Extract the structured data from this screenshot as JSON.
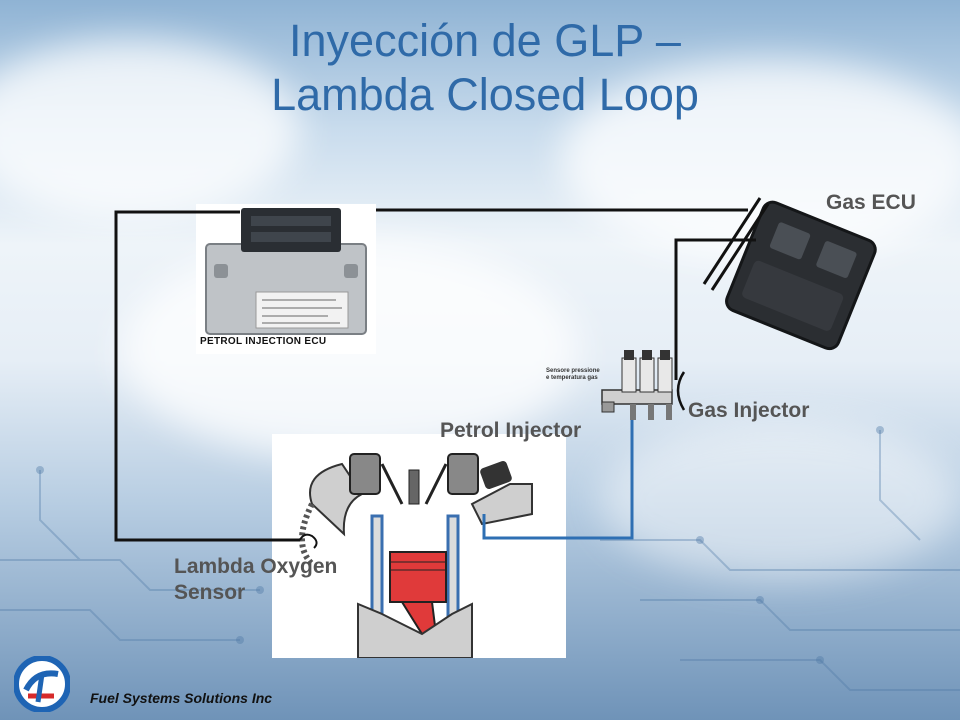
{
  "slide": {
    "title_line1": "Inyección de GLP –",
    "title_line2": "Lambda Closed Loop",
    "footer": "Fuel Systems Solutions Inc"
  },
  "labels": {
    "gas_ecu": "Gas ECU",
    "gas_injector": "Gas Injector",
    "petrol_injector": "Petrol Injector",
    "lambda_line1": "Lambda Oxygen",
    "lambda_line2": "Sensor"
  },
  "petrol_ecu": {
    "caption": "PETROL INJECTION ECU"
  },
  "rail": {
    "caption_line1": "Sensore pressione",
    "caption_line2": "e temperatura gas"
  },
  "colors": {
    "title": "#2f6aa8",
    "label": "#555555",
    "wire_black": "#111111",
    "wire_blue": "#2e6fb3",
    "logo_blue": "#1e64b4",
    "logo_red": "#d62a2a"
  }
}
